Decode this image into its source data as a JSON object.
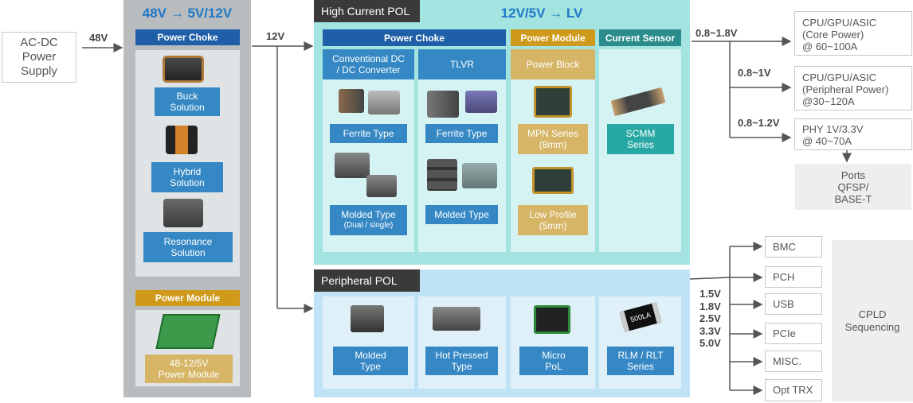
{
  "ac_dc": {
    "label_lines": [
      "AC-DC",
      "Power",
      "Supply"
    ]
  },
  "labels": {
    "v48": "48V",
    "v12": "12V"
  },
  "stage1": {
    "title": "48V → 5V/12V",
    "power_choke_header": "Power Choke",
    "items": [
      {
        "line1": "Buck",
        "line2": "Solution"
      },
      {
        "line1": "Hybrid",
        "line2": "Solution"
      },
      {
        "line1": "Resonance",
        "line2": "Solution"
      }
    ],
    "power_module_header": "Power Module",
    "module_item": {
      "line1": "48-12/5V",
      "line2": "Power Module"
    }
  },
  "hcpol": {
    "tab": "High Current POL",
    "title": "12V/5V → LV",
    "power_choke_header": "Power Choke",
    "power_module_header": "Power Module",
    "current_sensor_header": "Current Sensor",
    "conv_header": {
      "line1": "Conventional DC",
      "line2": "/ DC Converter"
    },
    "tlvr_header": "TLVR",
    "power_block_header": "Power Block",
    "conv_ferrite": "Ferrite Type",
    "conv_molded": {
      "line1": "Molded Type",
      "line2": "(Dual / single)"
    },
    "tlvr_ferrite": "Ferrite Type",
    "tlvr_molded": "Molded Type",
    "mpn": {
      "line1": "MPN Series",
      "line2": "(8mm)"
    },
    "low_profile": {
      "line1": "Low Profile",
      "line2": "(5mm)"
    },
    "scmm": {
      "line1": "SCMM",
      "line2": "Series"
    }
  },
  "ppol": {
    "tab": "Peripheral POL",
    "items": [
      {
        "line1": "Molded",
        "line2": "Type"
      },
      {
        "line1": "Hot Pressed",
        "line2": "Type"
      },
      {
        "line1": "Micro",
        "line2": "PoL"
      },
      {
        "line1": "RLM / RLT",
        "line2": "Series"
      }
    ],
    "sensor_text": "500LA"
  },
  "outputs": {
    "v1": "0.8~1.8V",
    "v2": "0.8~1V",
    "v3": "0.8~1.2V",
    "core": [
      "CPU/GPU/ASIC",
      "(Core Power)",
      "@ 60~100A"
    ],
    "peripheral": [
      "CPU/GPU/ASIC",
      "(Peripheral Power)",
      "@30~120A"
    ],
    "phy": [
      "PHY 1V/3.3V",
      "@ 40~70A"
    ],
    "ports": [
      "Ports",
      "QFSP/",
      "BASE-T"
    ]
  },
  "peripheral_voltages": [
    "1.5V",
    "1.8V",
    "2.5V",
    "3.3V",
    "5.0V"
  ],
  "peripheral_outputs": [
    "BMC",
    "PCH",
    "USB",
    "PCIe",
    "MISC.",
    "Opt TRX"
  ],
  "cpld": {
    "line1": "CPLD",
    "line2": "Sequencing"
  },
  "colors": {
    "blue_header": "#1f5fa8",
    "gold": "#cf9a1a",
    "teal": "#2b8c8c",
    "accent_title": "#1f78c8"
  }
}
